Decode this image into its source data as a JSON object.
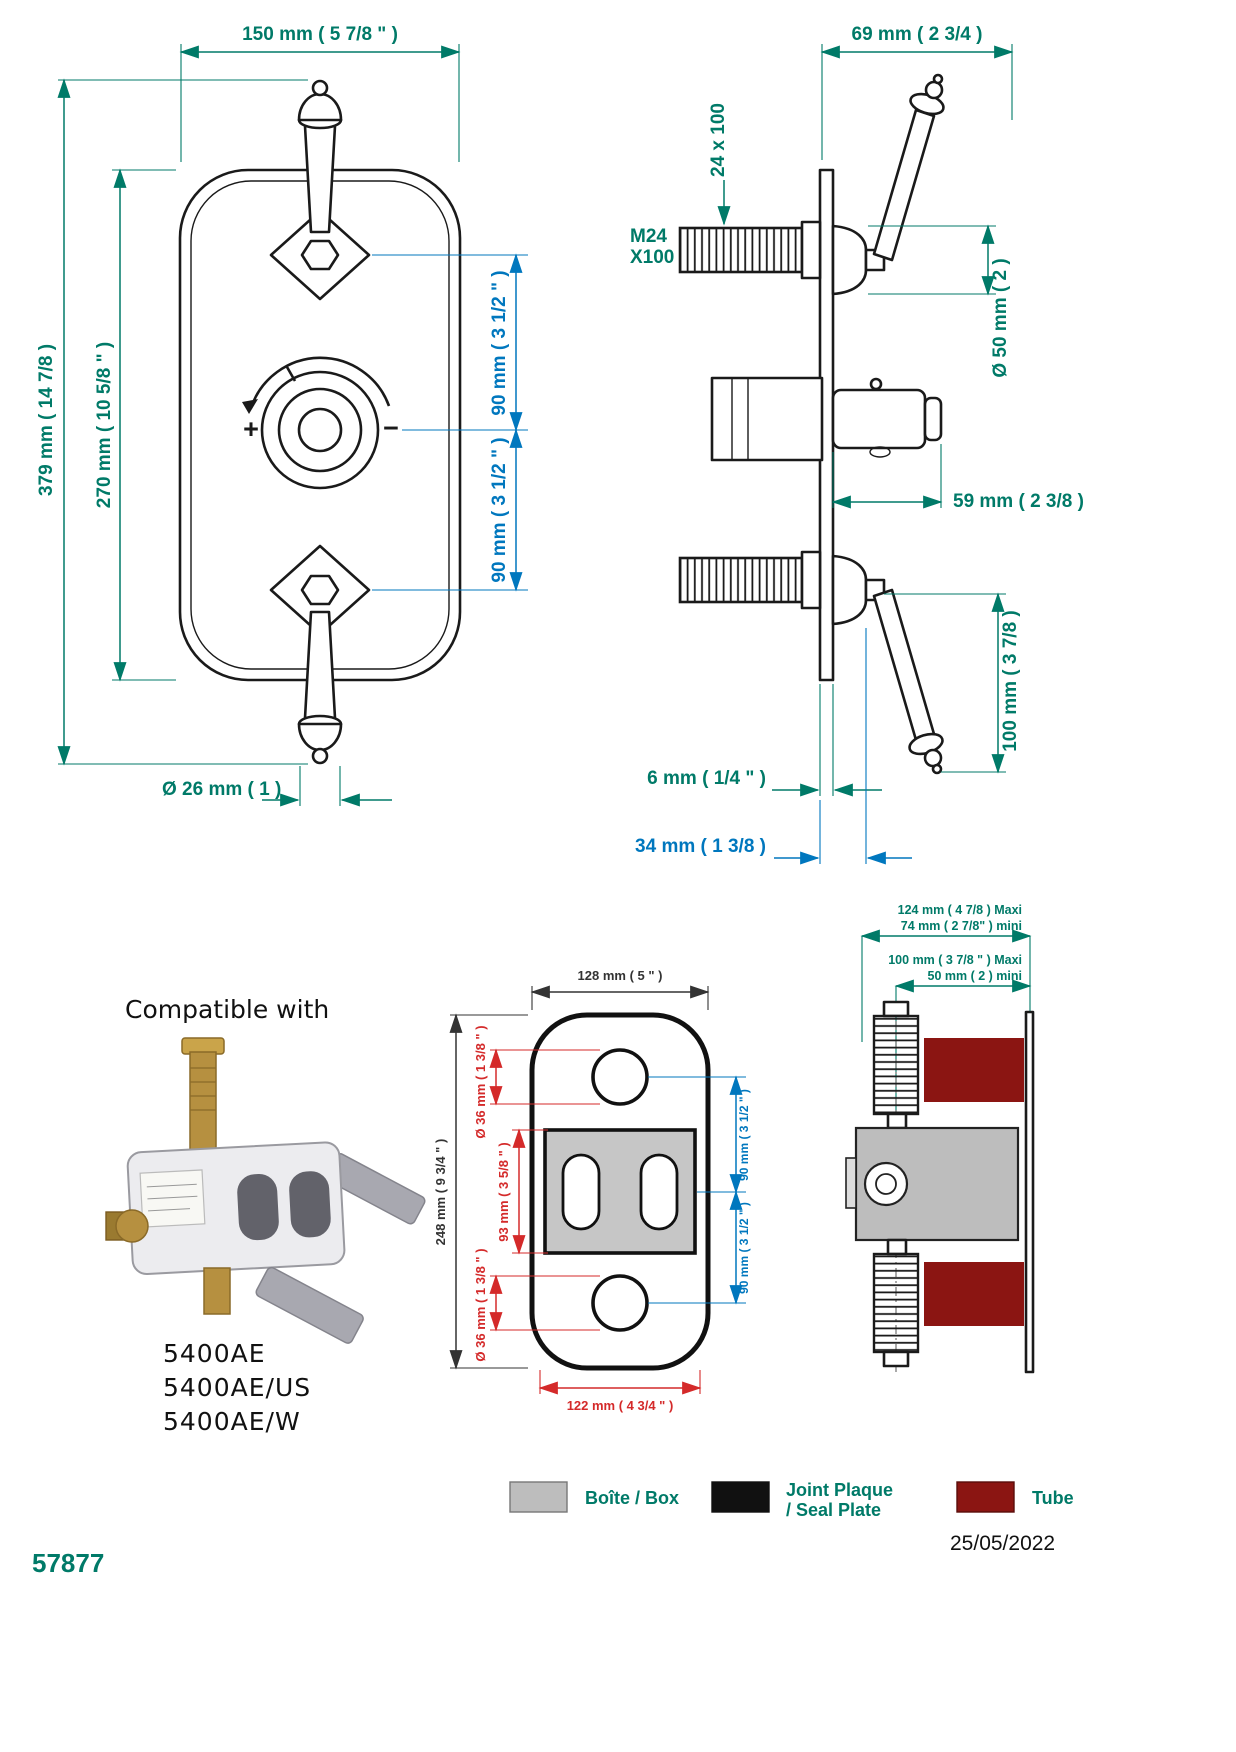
{
  "colors": {
    "dim_teal": "#007A68",
    "dim_blue": "#0077BE",
    "dim_red": "#D42A2A",
    "line_black": "#1A1A1A",
    "box_gray": "#BDBDBD",
    "seal_black": "#111111",
    "tube_red": "#8B1512"
  },
  "front": {
    "dim_width": "150 mm ( 5 7/8 \" )",
    "dim_total_height": "379 mm ( 14 7/8 )",
    "dim_plate_height": "270 mm ( 10 5/8 \" )",
    "dim_spacing_top": "90 mm ( 3 1/2 \" )",
    "dim_spacing_bottom": "90 mm ( 3 1/2 \" )",
    "dim_handle_dia": "Ø 26 mm ( 1 )",
    "plus": "+",
    "minus": "−"
  },
  "side": {
    "dim_depth": "69 mm ( 2 3/4 )",
    "thread_rotated": "24 x 100",
    "thread_l1": "M24",
    "thread_l2": "X100",
    "dim_rosette_dia": "Ø 50 mm ( 2 )",
    "dim_cartridge": "59 mm ( 2 3/8 )",
    "dim_handle_len": "100 mm ( 3 7/8 )",
    "dim_plate_thick": "6 mm ( 1/4 \" )",
    "dim_projection": "34 mm ( 1 3/8 )"
  },
  "compatible": {
    "title": "Compatible with",
    "models": [
      "5400AE",
      "5400AE/US",
      "5400AE/W"
    ]
  },
  "seal": {
    "dim_width": "128 mm ( 5 \" )",
    "dim_height": "248 mm ( 9 3/4 \" )",
    "dim_hole_top": "Ø 36 mm ( 1 3/8 \" )",
    "dim_hole_bottom": "Ø 36 mm ( 1 3/8 \" )",
    "dim_seal_height": "93 mm ( 3 5/8 \" )",
    "dim_spacing_top": "90 mm ( 3 1/2 \" )",
    "dim_spacing_bottom": "90 mm ( 3 1/2 \" )",
    "dim_bottom_width": "122 mm ( 4 3/4 \" )"
  },
  "install": {
    "dim_total_maxi": "124 mm ( 4 7/8 )  Maxi",
    "dim_total_mini": "74 mm ( 2 7/8\" ) mini",
    "dim_box_maxi": "100 mm ( 3 7/8 \" )  Maxi",
    "dim_box_mini": "50 mm ( 2 ) mini"
  },
  "legend": {
    "box": "Boîte / Box",
    "seal_l1": "Joint Plaque",
    "seal_l2": "/ Seal Plate",
    "tube": "Tube"
  },
  "footer": {
    "part_number": "57877",
    "date": "25/05/2022"
  }
}
